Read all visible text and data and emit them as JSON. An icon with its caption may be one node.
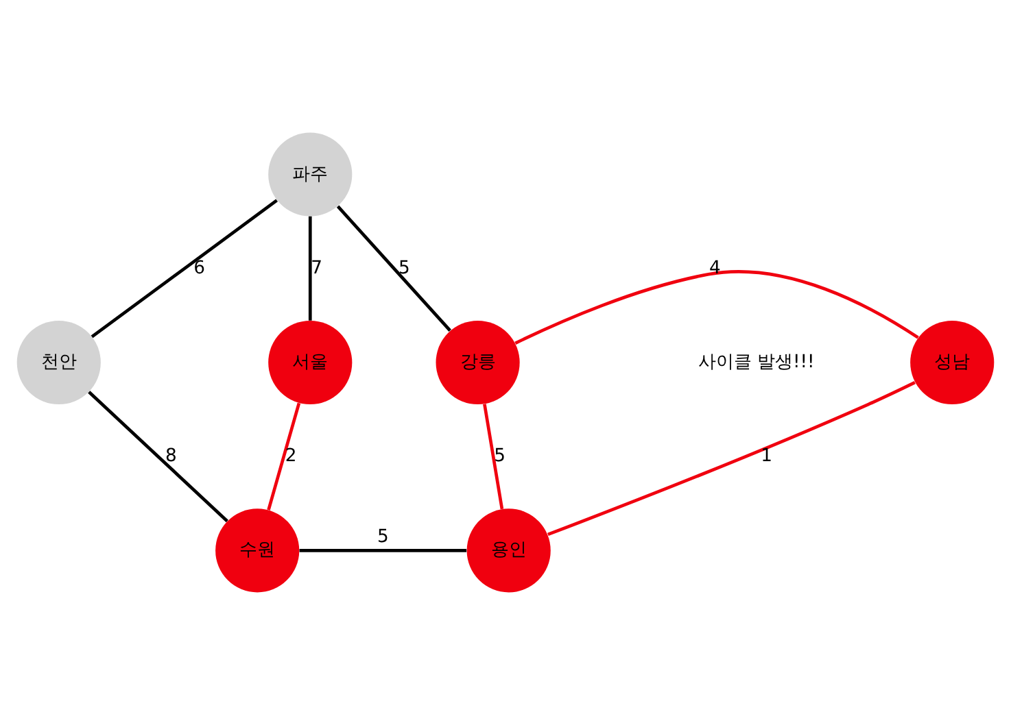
{
  "diagram": {
    "nodes": [
      {
        "text": [
          "파주"
        ]
      },
      {
        "text": [
          "강릉"
        ]
      },
      {
        "text": [
          "천안"
        ]
      },
      {
        "text": [
          "서울"
        ]
      },
      {
        "text": [
          "성남"
        ]
      },
      {
        "text": [
          "수원"
        ]
      },
      {
        "text": [
          "용인"
        ]
      }
    ],
    "edges": [
      {
        "from": 0,
        "to": 2,
        "arrow": "none",
        "label": "6",
        "color": "#000000"
      },
      {
        "from": 0,
        "to": 3,
        "arrow": "none",
        "label": "7",
        "color": "#000000"
      },
      {
        "from": 0,
        "to": 1,
        "arrow": "none",
        "label": "5",
        "color": "#000000"
      },
      {
        "from": 1,
        "to": 4,
        "arrow": "none",
        "label": "4",
        "color": "#f0000f"
      },
      {
        "from": 1,
        "to": 6,
        "arrow": "none",
        "label": "5",
        "color": "#f0000f"
      },
      {
        "from": 3,
        "to": 5,
        "arrow": "none",
        "label": "2",
        "color": "#f0000f"
      },
      {
        "from": 4,
        "to": 6,
        "arrow": "none",
        "label": "1",
        "color": "#f0000f"
      },
      {
        "from": 2,
        "to": 5,
        "arrow": "none",
        "label": "8",
        "color": "#000000"
      },
      {
        "from": 5,
        "to": 6,
        "arrow": "none",
        "label": "5",
        "color": "#000000"
      }
    ],
    "labels": [
      "사이클 발생!!!"
    ]
  }
}
